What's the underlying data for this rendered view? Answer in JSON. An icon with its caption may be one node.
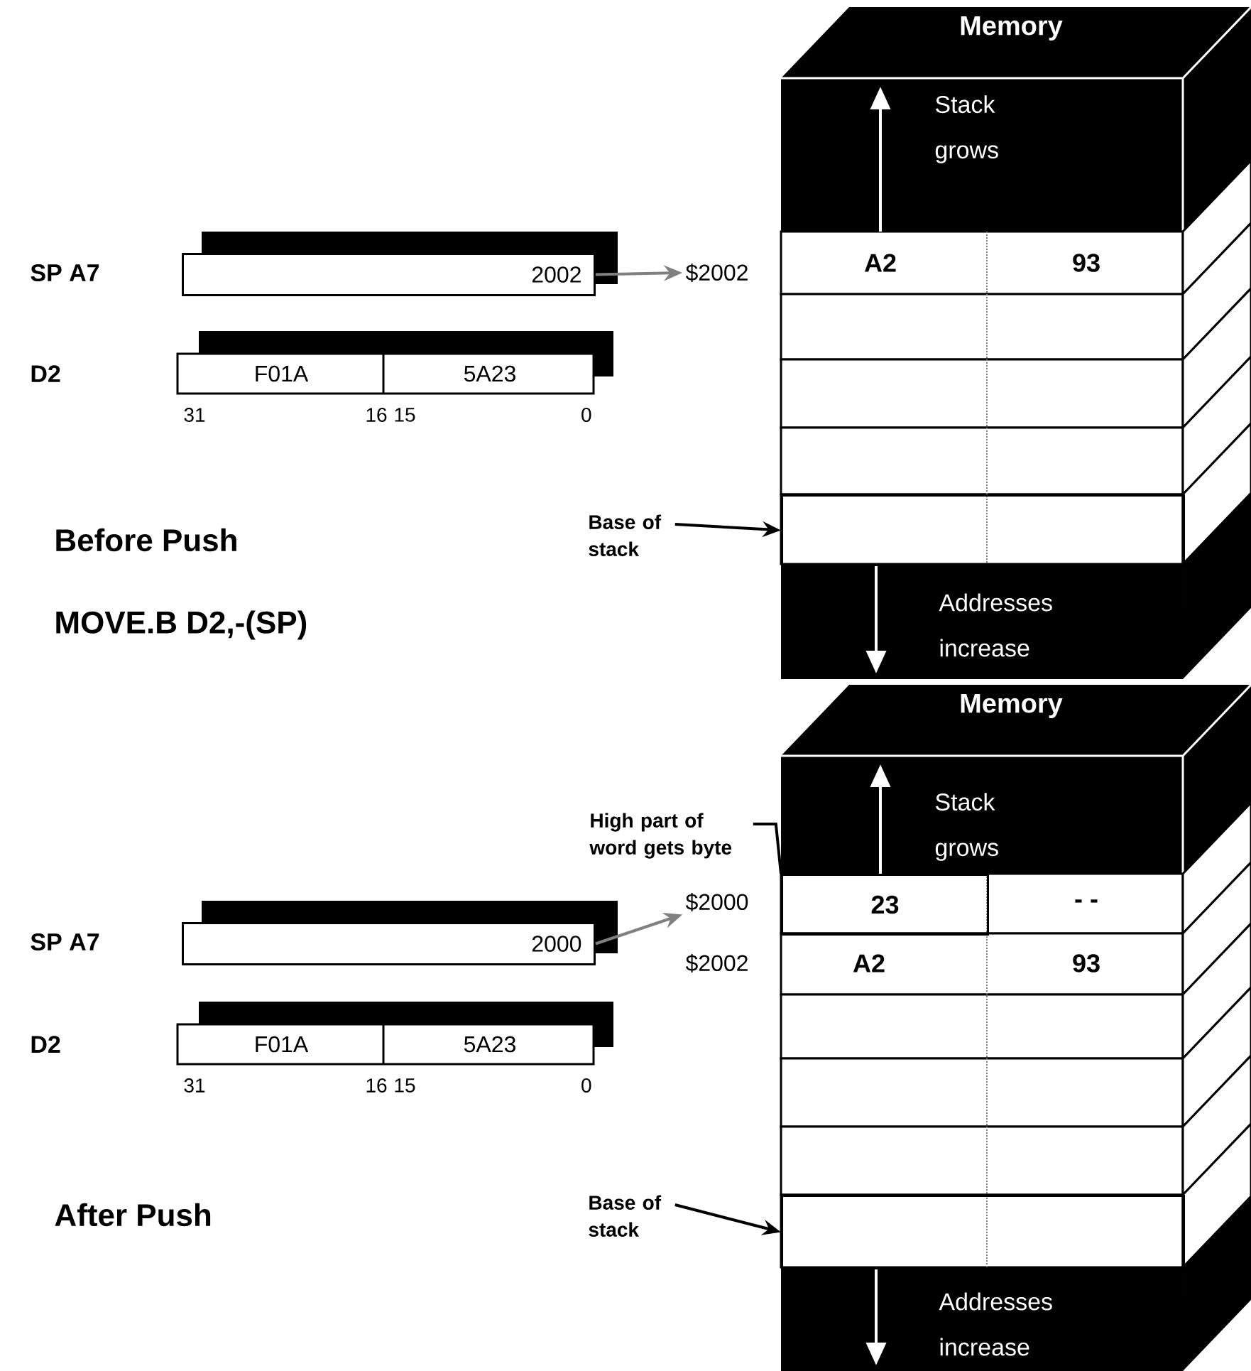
{
  "diagram": {
    "nodes": [
      {
        "text": [
          "2002"
        ]
      },
      {
        "text": [
          "$2002"
        ]
      },
      {
        "text": [
          "Base of stack"
        ]
      },
      {
        "text": [],
        "shape": "box"
      },
      {
        "text": [
          "2000"
        ]
      },
      {
        "text": [
          "$2000"
        ]
      },
      {
        "text": [
          "High part of word gets byte"
        ]
      },
      {
        "text": [
          "23"
        ]
      },
      {
        "text": [
          "Base of stack"
        ]
      },
      {
        "text": [],
        "shape": "box"
      }
    ],
    "edges": [
      {
        "from": 0,
        "to": 1,
        "arrow": "to",
        "color": "#808080"
      },
      {
        "from": 2,
        "to": 3,
        "arrow": "to"
      },
      {
        "from": 4,
        "to": 5,
        "arrow": "to",
        "color": "#808080"
      },
      {
        "from": 6,
        "to": 7,
        "arrow": "none"
      },
      {
        "from": 8,
        "to": 9,
        "arrow": "to"
      }
    ],
    "labels": [
      "Memory",
      "Stack grows",
      "SP A7",
      "A2",
      "93",
      "D2",
      "F01A",
      "5A23",
      "31",
      "16",
      "15",
      "0",
      "Before Push",
      "Addresses increase",
      "MOVE.B D2,-(SP)",
      "Memory",
      "Stack grows",
      "- -",
      "SP A7",
      "$2002",
      "A2",
      "93",
      "D2",
      "F01A",
      "5A23",
      "31",
      "16",
      "15",
      "0",
      "After Push",
      "Addresses increase"
    ]
  }
}
